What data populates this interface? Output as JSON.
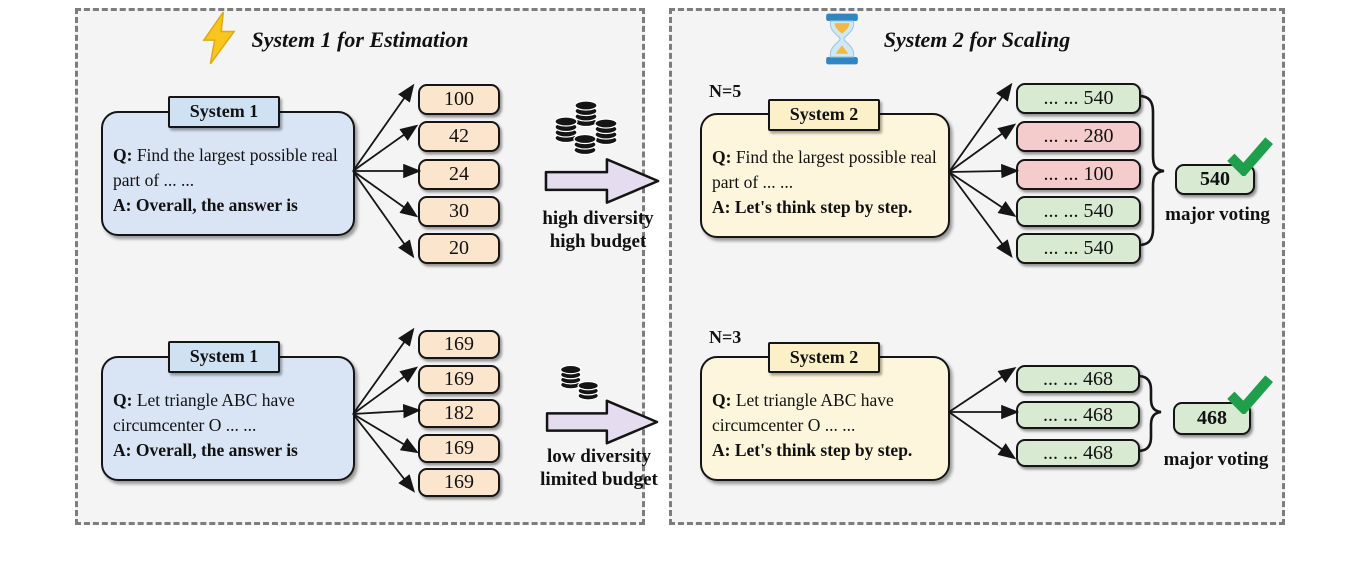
{
  "colors": {
    "system1_fill": "#d9e5f5",
    "system1_label_fill": "#cfe2f3",
    "system2_fill": "#fdf6dc",
    "system2_label_fill": "#fbf0c8",
    "estimate_answer_fill": "#fce5cd",
    "majority_answer_fill": "#d9ead3",
    "minority_answer_fill": "#f4cccc",
    "flow_arrow_fill": "#e6dcf0",
    "check_color": "#1f9e4b",
    "panel_background": "#f4f4f5"
  },
  "left_panel": {
    "title": "System 1 for Estimation",
    "icon": "lightning-emoji",
    "rows": [
      {
        "system_label": "System 1",
        "q_label": "Q:",
        "q_text": " Find the largest possible real part of ... ...",
        "a_text": "A: Overall, the answer is",
        "answers": [
          "100",
          "42",
          "24",
          "30",
          "20"
        ],
        "caption": [
          "high diversity",
          "high budget"
        ]
      },
      {
        "system_label": "System 1",
        "q_label": "Q:",
        "q_text": " Let triangle ABC have circumcenter O ... ...",
        "a_text": "A: Overall, the answer is",
        "answers": [
          "169",
          "169",
          "182",
          "169",
          "169"
        ],
        "caption": [
          "low diversity",
          "limited budget"
        ]
      }
    ]
  },
  "right_panel": {
    "title": "System 2 for Scaling",
    "icon": "hourglass-emoji",
    "rows": [
      {
        "n_label": "N=5",
        "system_label": "System 2",
        "q_label": "Q:",
        "q_text": " Find the largest possible real part of ... ...",
        "a_text": "A: Let's think step by step.",
        "answers": [
          {
            "text": "... ... 540",
            "status": "majority"
          },
          {
            "text": "... ... 280",
            "status": "minority"
          },
          {
            "text": "... ... 100",
            "status": "minority"
          },
          {
            "text": "... ... 540",
            "status": "majority"
          },
          {
            "text": "... ... 540",
            "status": "majority"
          }
        ],
        "result": "540",
        "caption": "major voting"
      },
      {
        "n_label": "N=3",
        "system_label": "System 2",
        "q_label": "Q:",
        "q_text": " Let triangle ABC have circumcenter O ... ...",
        "a_text": "A: Let's think step by step.",
        "answers": [
          {
            "text": "... ... 468",
            "status": "majority"
          },
          {
            "text": "... ... 468",
            "status": "majority"
          },
          {
            "text": "... ... 468",
            "status": "majority"
          }
        ],
        "result": "468",
        "caption": "major voting"
      }
    ]
  }
}
